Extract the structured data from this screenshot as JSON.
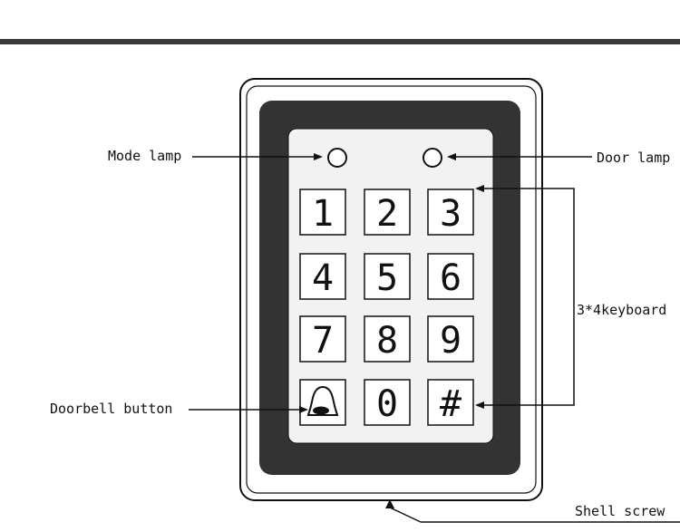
{
  "labels": {
    "mode_lamp": "Mode lamp",
    "door_lamp": "Door lamp",
    "keyboard": "3*4keyboard",
    "doorbell_button": "Doorbell button",
    "shell_screw": "Shell screw"
  },
  "keypad": {
    "rows": [
      [
        "1",
        "2",
        "3"
      ],
      [
        "4",
        "5",
        "6"
      ],
      [
        "7",
        "8",
        "9"
      ],
      [
        "bell",
        "0",
        "#"
      ]
    ]
  },
  "icons": {
    "doorbell": "bell-icon",
    "lamp": "circle-lamp-icon",
    "screw": "chevron-up-icon"
  },
  "colors": {
    "ink": "#111111",
    "bezel": "#333333",
    "faceplate": "#f2f2f2",
    "background": "#ffffff"
  }
}
